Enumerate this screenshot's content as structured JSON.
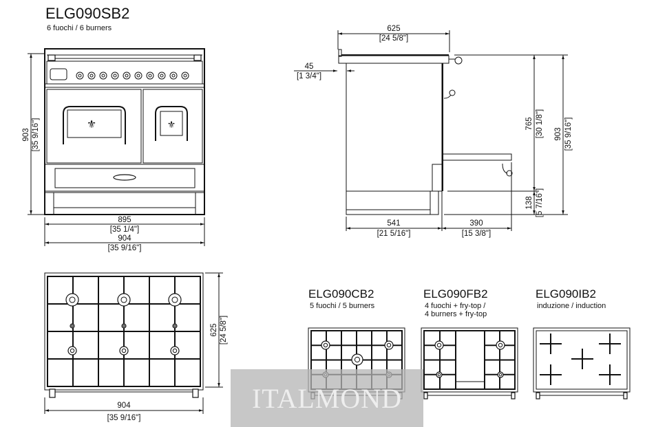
{
  "main_model": {
    "title": "ELG090SB2",
    "subtitle": "6 fuochi / 6 burners"
  },
  "front_view": {
    "height_mm": "903",
    "height_in": "[35 9/16\"]",
    "width_inner_mm": "895",
    "width_inner_in": "[35 1/4\"]",
    "width_mm": "904",
    "width_in": "[35 9/16\"]"
  },
  "side_view": {
    "depth_mm": "625",
    "depth_in": "[24 5/8\"]",
    "overhang_mm": "45",
    "overhang_in": "[1 3/4\"]",
    "cooktop_height_mm": "765",
    "cooktop_height_in": "[30 1/8\"]",
    "total_height_mm": "903",
    "total_height_in": "[35 9/16\"]",
    "plinth_mm": "138",
    "plinth_in": "[5 7/16\"]",
    "body_depth_mm": "541",
    "body_depth_in": "[21 5/16\"]",
    "door_open_mm": "390",
    "door_open_in": "[15 3/8\"]"
  },
  "top_view": {
    "depth_mm": "625",
    "depth_in": "[24 5/8\"]",
    "width_mm": "904",
    "width_in": "[35 9/16\"]"
  },
  "variants": [
    {
      "title": "ELG090CB2",
      "subtitle": "5 fuochi / 5 burners"
    },
    {
      "title": "ELG090FB2",
      "subtitle_1": "4 fuochi + fry-top /",
      "subtitle_2": "4 burners + fry-top"
    },
    {
      "title": "ELG090IB2",
      "subtitle": "induzione / induction"
    }
  ],
  "watermark": "ITALMOND"
}
